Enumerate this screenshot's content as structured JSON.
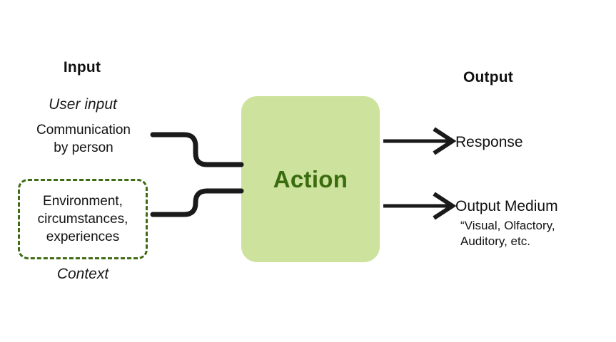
{
  "diagram": {
    "title_input": "Input",
    "title_output": "Output",
    "colors": {
      "action_fill": "#CCE29D",
      "action_text": "#3A6B0F",
      "context_border": "#3F6B15",
      "line": "#1A1A1A",
      "background": "#FFFFFF"
    }
  },
  "input_column": {
    "header": "Input",
    "user_input": {
      "caption": "User input",
      "description_line1": "Communication",
      "description_line2": "by person"
    },
    "context": {
      "box_line1": "Environment,",
      "box_line2": "circumstances,",
      "box_line3": "experiences",
      "caption": "Context"
    }
  },
  "process": {
    "label": "Action"
  },
  "output_column": {
    "header": "Output",
    "items": [
      {
        "label": "Response",
        "sub": ""
      },
      {
        "label": "Output Medium",
        "sub_line1": "“Visual, Olfactory,",
        "sub_line2": "Auditory, etc."
      }
    ]
  },
  "connectors": {
    "input_top": "s-curve-user-input-to-action",
    "input_bottom": "s-curve-context-to-action",
    "output_top": "arrow-action-to-response",
    "output_bottom": "arrow-action-to-output-medium"
  }
}
